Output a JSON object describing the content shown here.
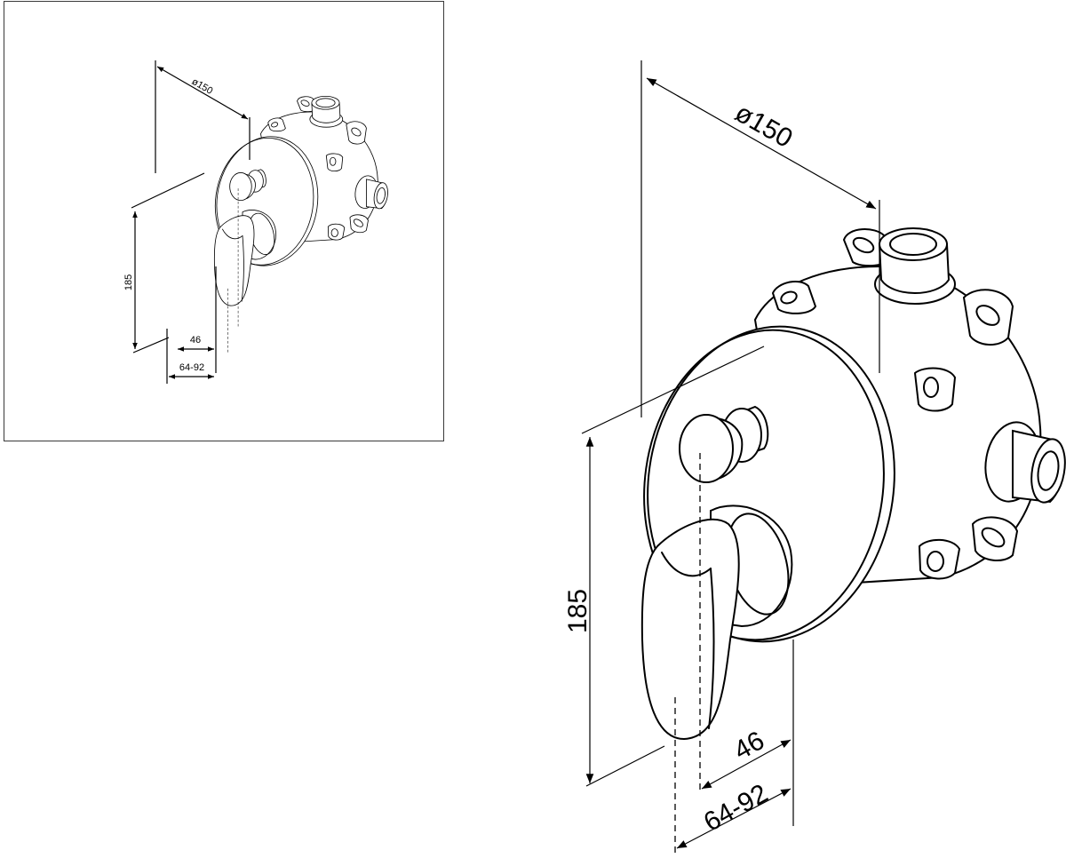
{
  "dimensions": {
    "diameter": "ø150",
    "height": "185",
    "spout_offset": "46",
    "depth_range": "64-92"
  },
  "thumbnail": {
    "diameter": "ø150",
    "height": "185",
    "spout_offset": "46",
    "depth_range": "64-92"
  }
}
